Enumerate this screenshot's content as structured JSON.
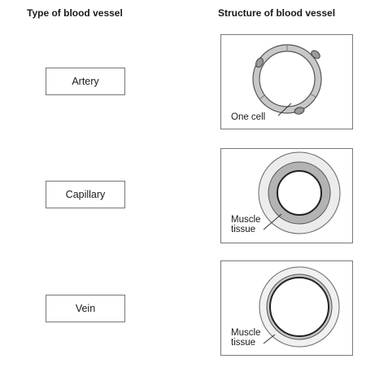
{
  "headers": {
    "type_column": "Type of blood vessel",
    "structure_column": "Structure of blood vessel"
  },
  "vessel_types": [
    {
      "label": "Artery"
    },
    {
      "label": "Capillary"
    },
    {
      "label": "Vein"
    }
  ],
  "structure_diagrams": [
    {
      "label": "One cell"
    },
    {
      "label_line1": "Muscle",
      "label_line2": "tissue"
    },
    {
      "label_line1": "Muscle",
      "label_line2": "tissue"
    }
  ],
  "colors": {
    "ring_fill": "#c8c8c8",
    "ring_dark": "#a9a9a9",
    "outer_light": "#e8e8e8",
    "outline": "#555555",
    "lumen": "#ffffff"
  }
}
